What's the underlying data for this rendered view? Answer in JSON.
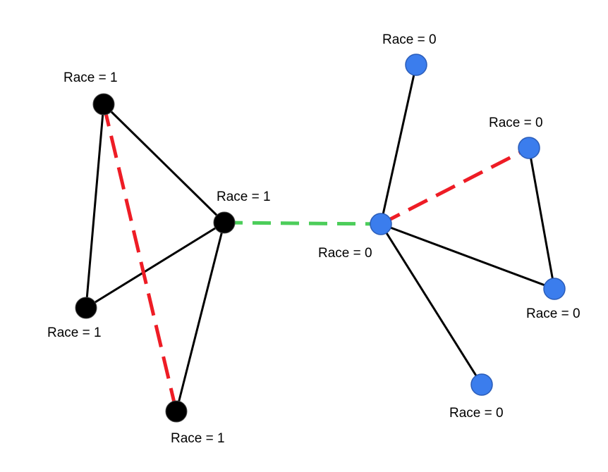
{
  "diagram": {
    "node_labels": {
      "n1": "Race = 1",
      "n2": "Race = 1",
      "n3": "Race = 1",
      "n4": "Race = 1",
      "n5": "Race = 0",
      "n6": "Race = 0",
      "n7": "Race = 0",
      "n8": "Race = 0",
      "n9": "Race = 0"
    },
    "node_colors": {
      "n1": "#000000",
      "n2": "#000000",
      "n3": "#000000",
      "n4": "#000000",
      "n5": "#3b7ded",
      "n6": "#3b7ded",
      "n7": "#3b7ded",
      "n8": "#3b7ded",
      "n9": "#3b7ded"
    },
    "edges": [
      {
        "from": "n1",
        "to": "n2",
        "style": "solid"
      },
      {
        "from": "n1",
        "to": "n3",
        "style": "solid"
      },
      {
        "from": "n2",
        "to": "n3",
        "style": "solid"
      },
      {
        "from": "n2",
        "to": "n4",
        "style": "solid"
      },
      {
        "from": "n1",
        "to": "n4",
        "style": "dashed"
      },
      {
        "from": "n2",
        "to": "n5",
        "style": "dashed"
      },
      {
        "from": "n5",
        "to": "n6",
        "style": "solid"
      },
      {
        "from": "n5",
        "to": "n8",
        "style": "solid"
      },
      {
        "from": "n5",
        "to": "n9",
        "style": "solid"
      },
      {
        "from": "n7",
        "to": "n8",
        "style": "solid"
      },
      {
        "from": "n5",
        "to": "n7",
        "style": "dashed"
      }
    ],
    "edge_colors": {
      "solid": "#000000",
      "dashed_intra_group": "#ee1c25",
      "dashed_inter_group": "#4ccd5a"
    }
  }
}
